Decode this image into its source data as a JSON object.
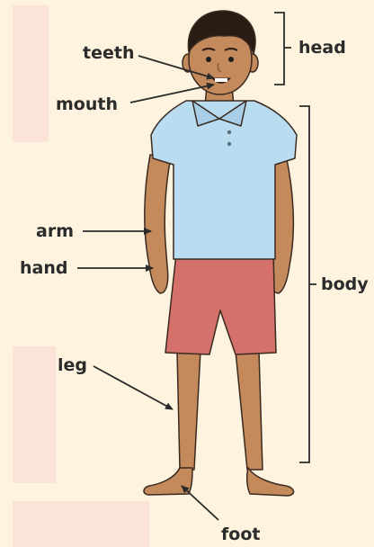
{
  "labels": {
    "teeth": "teeth",
    "mouth": "mouth",
    "arm": "arm",
    "hand": "hand",
    "leg": "leg",
    "foot": "foot",
    "head": "head",
    "body": "body"
  },
  "colors": {
    "background": "#fdf3de",
    "skin": "#c58a5c",
    "shirt": "#b9dcf1",
    "shorts": "#d4716b",
    "hair": "#2a1c14",
    "line": "#2b2b2b"
  }
}
